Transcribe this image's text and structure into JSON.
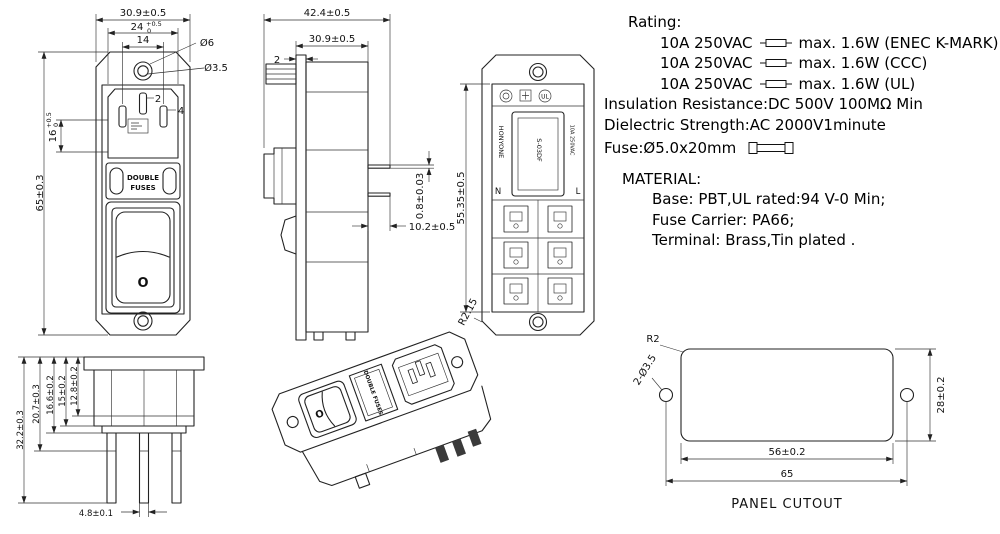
{
  "specs": {
    "rating_heading": "Rating:",
    "ratings": [
      {
        "current": "10A 250VAC",
        "detail": "max. 1.6W (ENEC K-MARK)"
      },
      {
        "current": "10A 250VAC",
        "detail": "max. 1.6W (CCC)"
      },
      {
        "current": "10A 250VAC",
        "detail": "max. 1.6W (UL)"
      }
    ],
    "insulation": "Insulation Resistance:DC 500V 100MΩ  Min",
    "dielectric": "Dielectric Strength:AC 2000V1minute",
    "fuse": "Fuse:Ø5.0x20mm",
    "material_heading": "MATERIAL:",
    "material_lines": [
      "Base: PBT,UL rated:94 V-0 Min;",
      "Fuse Carrier: PA66;",
      "Terminal: Brass,Tin plated ."
    ]
  },
  "front": {
    "dim_width": "30.9±0.5",
    "dim_recess": "24",
    "tol_plus": "+0.5",
    "tol_zero": "0",
    "dim_pin_spacing": "14",
    "dim_hole_outer": "Ø6",
    "dim_hole_inner": "Ø3.5",
    "dim_pin_width": "2",
    "dim_pin_offset": "4",
    "dim_opening": "16",
    "dim_height": "65±0.3",
    "fuse_label_1": "DOUBLE",
    "fuse_label_2": "FUSES",
    "switch_mark": "O"
  },
  "side": {
    "dim_total_depth": "42.4±0.5",
    "dim_body_depth": "30.9±0.5",
    "dim_flange_thickness": "2",
    "dim_terminal_thickness": "0.8±0.03",
    "dim_terminal_length": "10.2±0.5"
  },
  "rear": {
    "dim_height": "55.35±0.5",
    "corner_radius": "R2.15",
    "neutral": "N",
    "line": "L",
    "model": "S-03DF",
    "brand": "HONYONE",
    "rating_small": "10A 250VAC",
    "cert_ul": "UL"
  },
  "bottom": {
    "dim_overall": "32.2±0.3",
    "dim_pin_long": "20.7±0.3",
    "dim_pin_mid": "16.6±0.2",
    "dim_body": "15±0.2",
    "dim_step": "12.8±0.2",
    "dim_pin_width": "4.8±0.1"
  },
  "perspective": {
    "fuse_label": "DOUBLE FUSES",
    "switch_mark_off": "O"
  },
  "cutout": {
    "corner_radius": "R2",
    "holes": "2-Ø3.5",
    "dim_height": "28±0.2",
    "dim_width": "56±0.2",
    "dim_hole_span": "65",
    "title": "PANEL CUTOUT"
  }
}
